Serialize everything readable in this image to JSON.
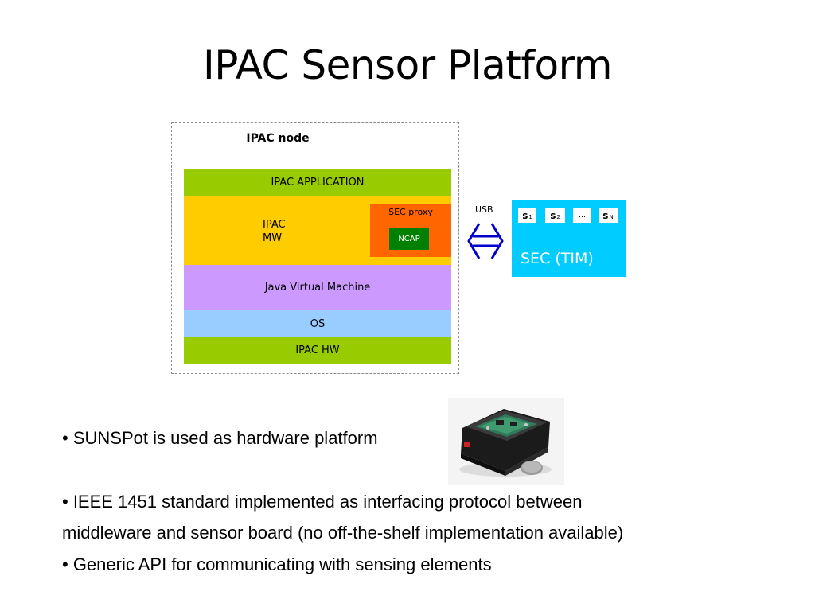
{
  "slide": {
    "title": "IPAC Sensor Platform"
  },
  "diagram": {
    "node_label": "IPAC node",
    "layers": {
      "application": "IPAC APPLICATION",
      "middleware_line1": "IPAC",
      "middleware_line2": "MW",
      "sec_proxy": "SEC proxy",
      "ncap": "NCAP",
      "jvm": "Java Virtual Machine",
      "os": "OS",
      "hw": "IPAC HW"
    },
    "link_label": "USB",
    "sec_tim": {
      "label": "SEC (TIM)",
      "sensors": [
        {
          "symbol": "s",
          "sub": "1"
        },
        {
          "symbol": "s",
          "sub": "2"
        },
        {
          "symbol": "…",
          "sub": ""
        },
        {
          "symbol": "s",
          "sub": "N"
        }
      ]
    },
    "colors": {
      "application": "#99cc00",
      "middleware": "#ffcc00",
      "sec_proxy": "#ff6600",
      "ncap": "#008000",
      "jvm": "#cc99ff",
      "os": "#99ccff",
      "hw": "#99cc00",
      "sec_tim": "#00ccff",
      "usb_arrow": "#0000cc"
    }
  },
  "bullets": [
    "• SUNSPot is used as hardware platform",
    "• IEEE 1451 standard implemented as interfacing protocol between",
    "middleware and sensor board (no off-the-shelf implementation available)",
    "• Generic API for communicating with sensing elements"
  ],
  "device_photo": {
    "icon": "sunspot-device-icon"
  }
}
